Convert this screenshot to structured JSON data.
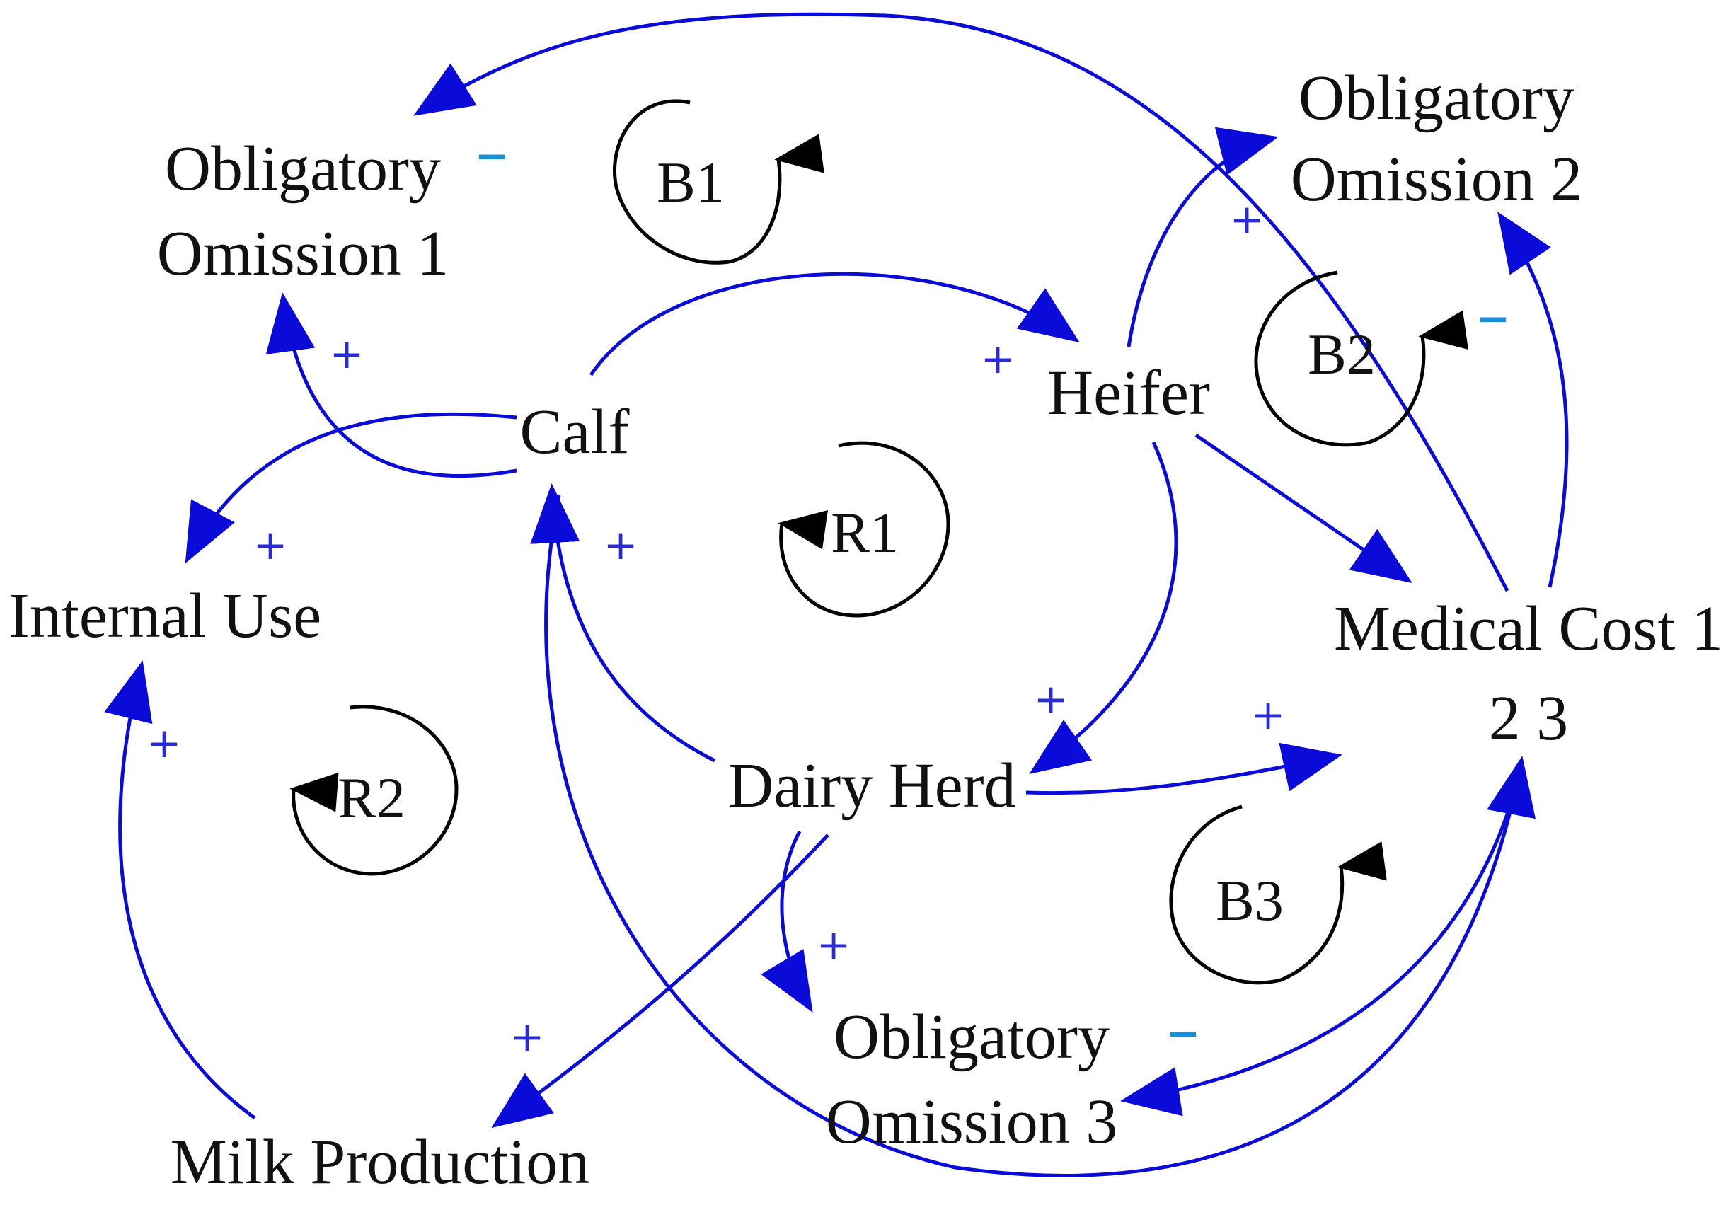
{
  "nodes": {
    "obligatory_omission_1": [
      "Obligatory",
      "Omission 1"
    ],
    "obligatory_omission_2": [
      "Obligatory",
      "Omission 2"
    ],
    "obligatory_omission_3": [
      "Obligatory",
      "Omission 3"
    ],
    "calf": "Calf",
    "heifer": "Heifer",
    "internal_use": "Internal Use",
    "dairy_herd": "Dairy Herd",
    "medical_cost": [
      "Medical Cost 1",
      "2 3"
    ],
    "milk_production": "Milk Production"
  },
  "loops": {
    "B1": "B1",
    "B2": "B2",
    "B3": "B3",
    "R1": "R1",
    "R2": "R2"
  },
  "polarity": {
    "plus": "+",
    "minus": "−"
  },
  "colors": {
    "link": "#0b0bd9",
    "loop": "#000000",
    "minus_sign": "#1a8fd6",
    "plus_sign": "#2b2bd6"
  }
}
